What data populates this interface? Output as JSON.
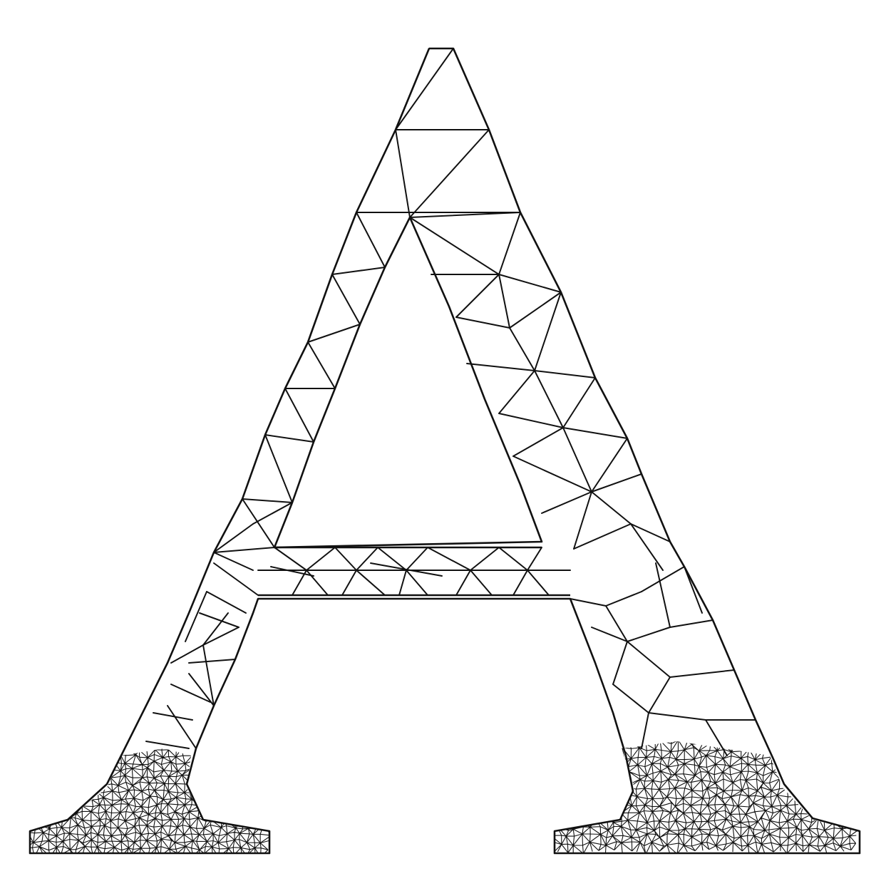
{
  "figure": {
    "subject": "letter-A",
    "style": "triangulated-mesh",
    "line_color": "#111111",
    "background_color": "#ffffff",
    "glyph": "A"
  }
}
